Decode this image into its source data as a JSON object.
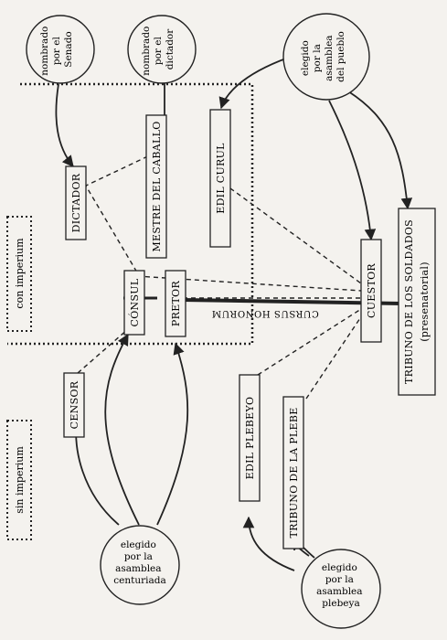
{
  "regions": {
    "con_imperium": "con imperium",
    "sin_imperium": "sin imperium"
  },
  "circles": {
    "senado": [
      "nombrado",
      "por el",
      "Senado"
    ],
    "dictador": [
      "nombrado",
      "por el",
      "dictador"
    ],
    "pueblo": [
      "elegido",
      "por la",
      "asamblea",
      "del pueblo"
    ],
    "centuriada": [
      "elegido",
      "por la",
      "asamblea",
      "centuriada"
    ],
    "plebeya": [
      "elegido",
      "por la",
      "asamblea",
      "plebeya"
    ]
  },
  "offices": {
    "dictador": "DICTADOR",
    "mestre": "MESTRE DEL CABALLO",
    "edil_curul": "EDIL CURUL",
    "consul": "CÓNSUL",
    "pretor": "PRETOR",
    "censor": "CENSOR",
    "cuestor": "CUESTOR",
    "edil_plebeyo": "EDIL PLEBEYO",
    "tribuno_plebe": "TRIBUNO DE LA PLEBE",
    "tribuno_soldados": "TRIBUNO DE LOS SOLDADOS",
    "presenatorial": "(presenatorial)"
  },
  "cursus": "CURSUS HONORUM"
}
